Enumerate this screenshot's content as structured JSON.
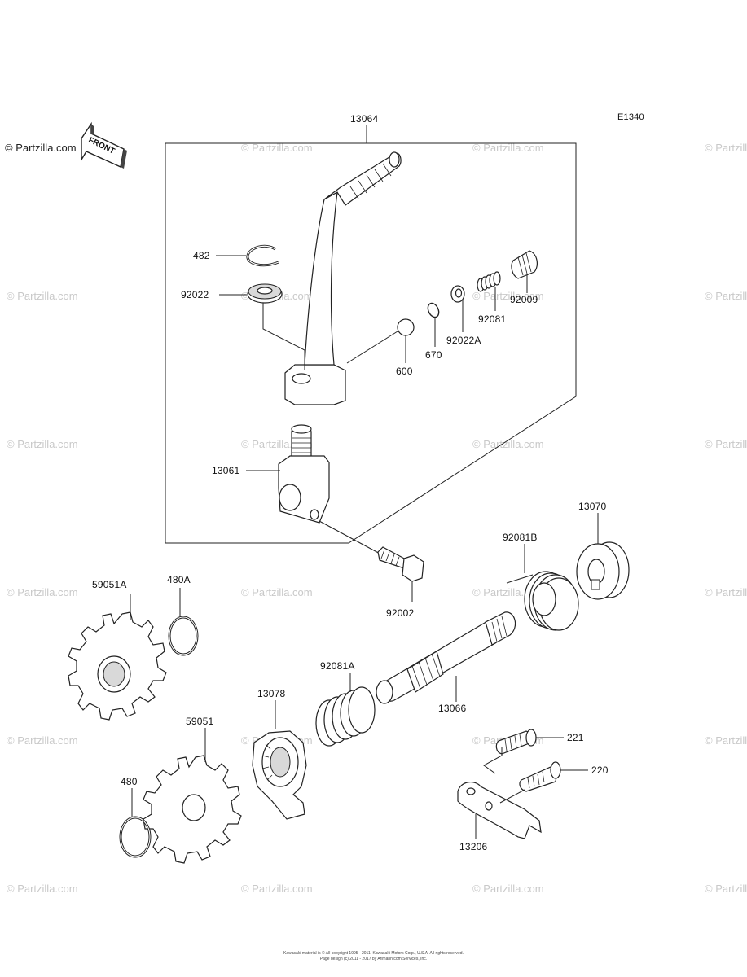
{
  "diagram_code": "E1340",
  "brand_watermark": "© Partzilla.com",
  "front_marker": "FRONT",
  "parts": {
    "p13064": "13064",
    "p482": "482",
    "p92022": "92022",
    "p600": "600",
    "p670": "670",
    "p92022A": "92022A",
    "p92081": "92081",
    "p92009": "92009",
    "p13061": "13061",
    "p92002": "92002",
    "p59051A": "59051A",
    "p480A": "480A",
    "p92081B": "92081B",
    "p13070": "13070",
    "p92081A": "92081A",
    "p13066": "13066",
    "p13078": "13078",
    "p59051": "59051",
    "p221": "221",
    "p220": "220",
    "p480": "480",
    "p13206": "13206"
  },
  "copyright": {
    "line1": "Kawasaki material is © All copyright 1995 - 2011. Kawasaki Motors Corp., U.S.A. All rights reserved.",
    "line2": "Page design (c) 2011 - 2017 by Arimanhtcom Services, Inc."
  }
}
